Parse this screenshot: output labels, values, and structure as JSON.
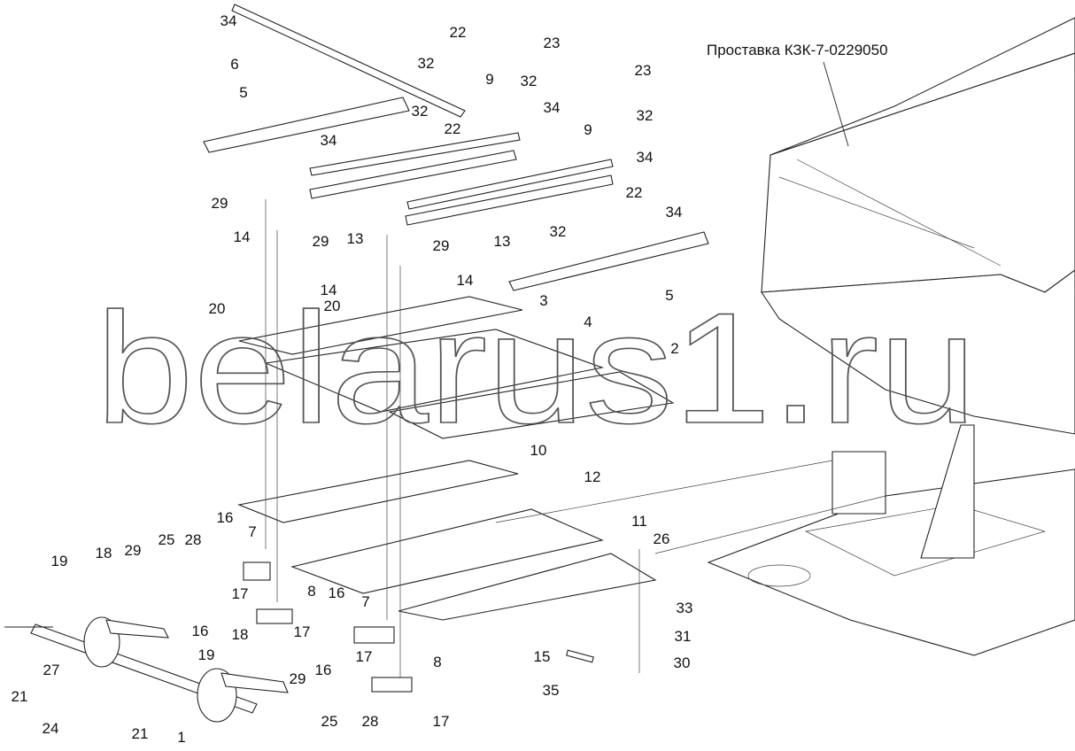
{
  "title": "Проставка КЗК-7-0229050",
  "watermark": "belarus1.ru",
  "callouts": [
    "34",
    "22",
    "6",
    "32",
    "23",
    "32",
    "5",
    "32",
    "34",
    "23",
    "32",
    "9",
    "22",
    "34",
    "9",
    "34",
    "29",
    "22",
    "14",
    "29",
    "13",
    "34",
    "32",
    "29",
    "13",
    "14",
    "14",
    "5",
    "20",
    "20",
    "3",
    "4",
    "2",
    "10",
    "12",
    "16",
    "11",
    "7",
    "25",
    "28",
    "18",
    "29",
    "19",
    "26",
    "17",
    "8",
    "16",
    "7",
    "16",
    "18",
    "17",
    "33",
    "31",
    "19",
    "17",
    "8",
    "15",
    "30",
    "29",
    "27",
    "16",
    "21",
    "21",
    "24",
    "1",
    "25",
    "28",
    "17",
    "35"
  ]
}
